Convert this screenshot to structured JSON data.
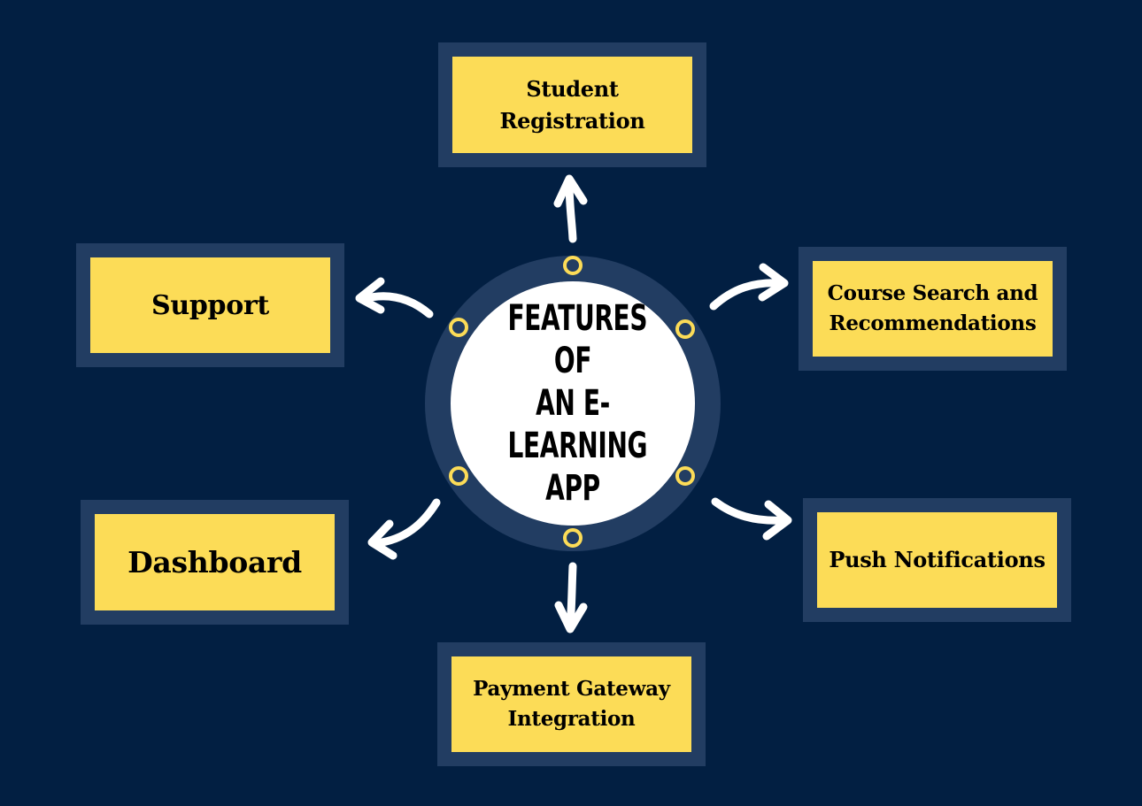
{
  "hub": {
    "title": "FEATURES OF\nAN E-\nLEARNING APP"
  },
  "features": {
    "student_registration": "Student Registration",
    "support": "Support",
    "course_search": "Course Search and Recommendations",
    "dashboard": "Dashboard",
    "push_notifications": "Push Notifications",
    "payment_gateway": "Payment Gateway Integration"
  },
  "colors": {
    "background": "#021f42",
    "frame": "#223d62",
    "card": "#fcdc57",
    "hub": "#ffffff",
    "arrow": "#ffffff"
  }
}
